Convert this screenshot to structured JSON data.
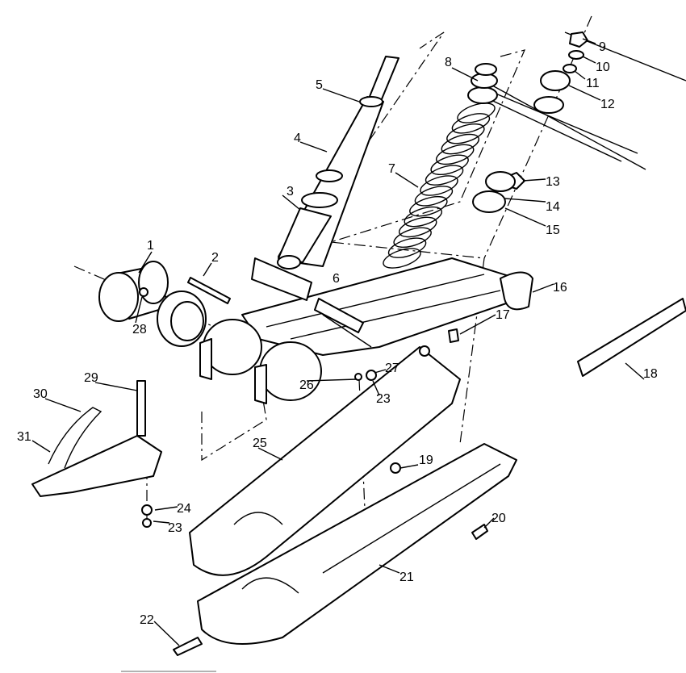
{
  "diagram": {
    "type": "exploded-parts-view",
    "callouts": [
      "1",
      "2",
      "3",
      "4",
      "5",
      "6",
      "7",
      "8",
      "9",
      "10",
      "11",
      "12",
      "13",
      "14",
      "15",
      "16",
      "17",
      "18",
      "19",
      "20",
      "21",
      "22",
      "23",
      "23",
      "24",
      "25",
      "26",
      "27",
      "28",
      "29",
      "30",
      "31"
    ]
  }
}
